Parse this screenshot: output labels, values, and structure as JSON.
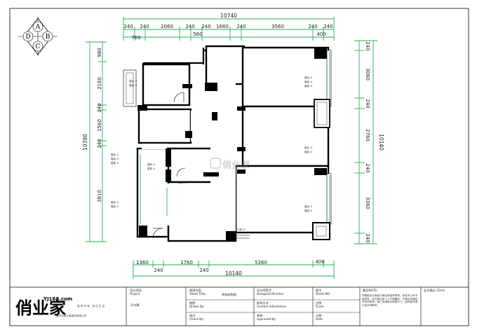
{
  "compass": {
    "top": "A",
    "left": "D",
    "right": "B",
    "bottom": "C"
  },
  "dims": {
    "top_total": "10740",
    "top_row": [
      "240",
      "240",
      "2060",
      "240",
      "240",
      "1660",
      "240",
      "3560",
      "240",
      "240"
    ],
    "top_sub": [
      "760",
      "560",
      "400"
    ],
    "right_total": "10140",
    "right_row": [
      "240",
      "3060",
      "240",
      "2760",
      "240",
      "3360",
      "240"
    ],
    "left_total": "10390",
    "left_row": [
      "980",
      "2160",
      "240",
      "1560",
      "240",
      "3810"
    ],
    "bottom_row": [
      "1360",
      "240",
      "1760",
      "240",
      "5360",
      "400"
    ],
    "bottom_total": "10140"
  },
  "center_watermark": "俏业家",
  "titleblock": {
    "logo": "俏业家",
    "logo_url": "YJ168.com",
    "company_line": "重庆市俏业家装饰有限公司",
    "slogan": "装 饰 专 家 · 品 位 生 活",
    "col1_label": "设计项目\nProject",
    "col1_value": "凡尔赛",
    "col2_label1": "图纸内容\nSheet Title:",
    "col2_value1": "原始结构图",
    "col2_label2": "制图\nDrawn By:",
    "col2_label3": "校对\nCheck By:",
    "col3_label1": "设计师签字\nDesigned Director:",
    "col3_label2": "联系方式\nContact information:",
    "col3_label3": "审核\nApproved By:",
    "col4_label1": "图号\nSheet NO.",
    "col4_label2": "比例\nScale",
    "col4_label3": "日期\nDate",
    "note_label": "备注NOTE:",
    "note_text": "本图纸设计版权归俏业家装饰所有，未经本公司书面同意，任何单位和个人不得翻印，不得对本图纸作任何修改。施工前请核对现场尺寸，如有疑问请与设计师联系。",
    "client_label": "业主确认 Client"
  }
}
